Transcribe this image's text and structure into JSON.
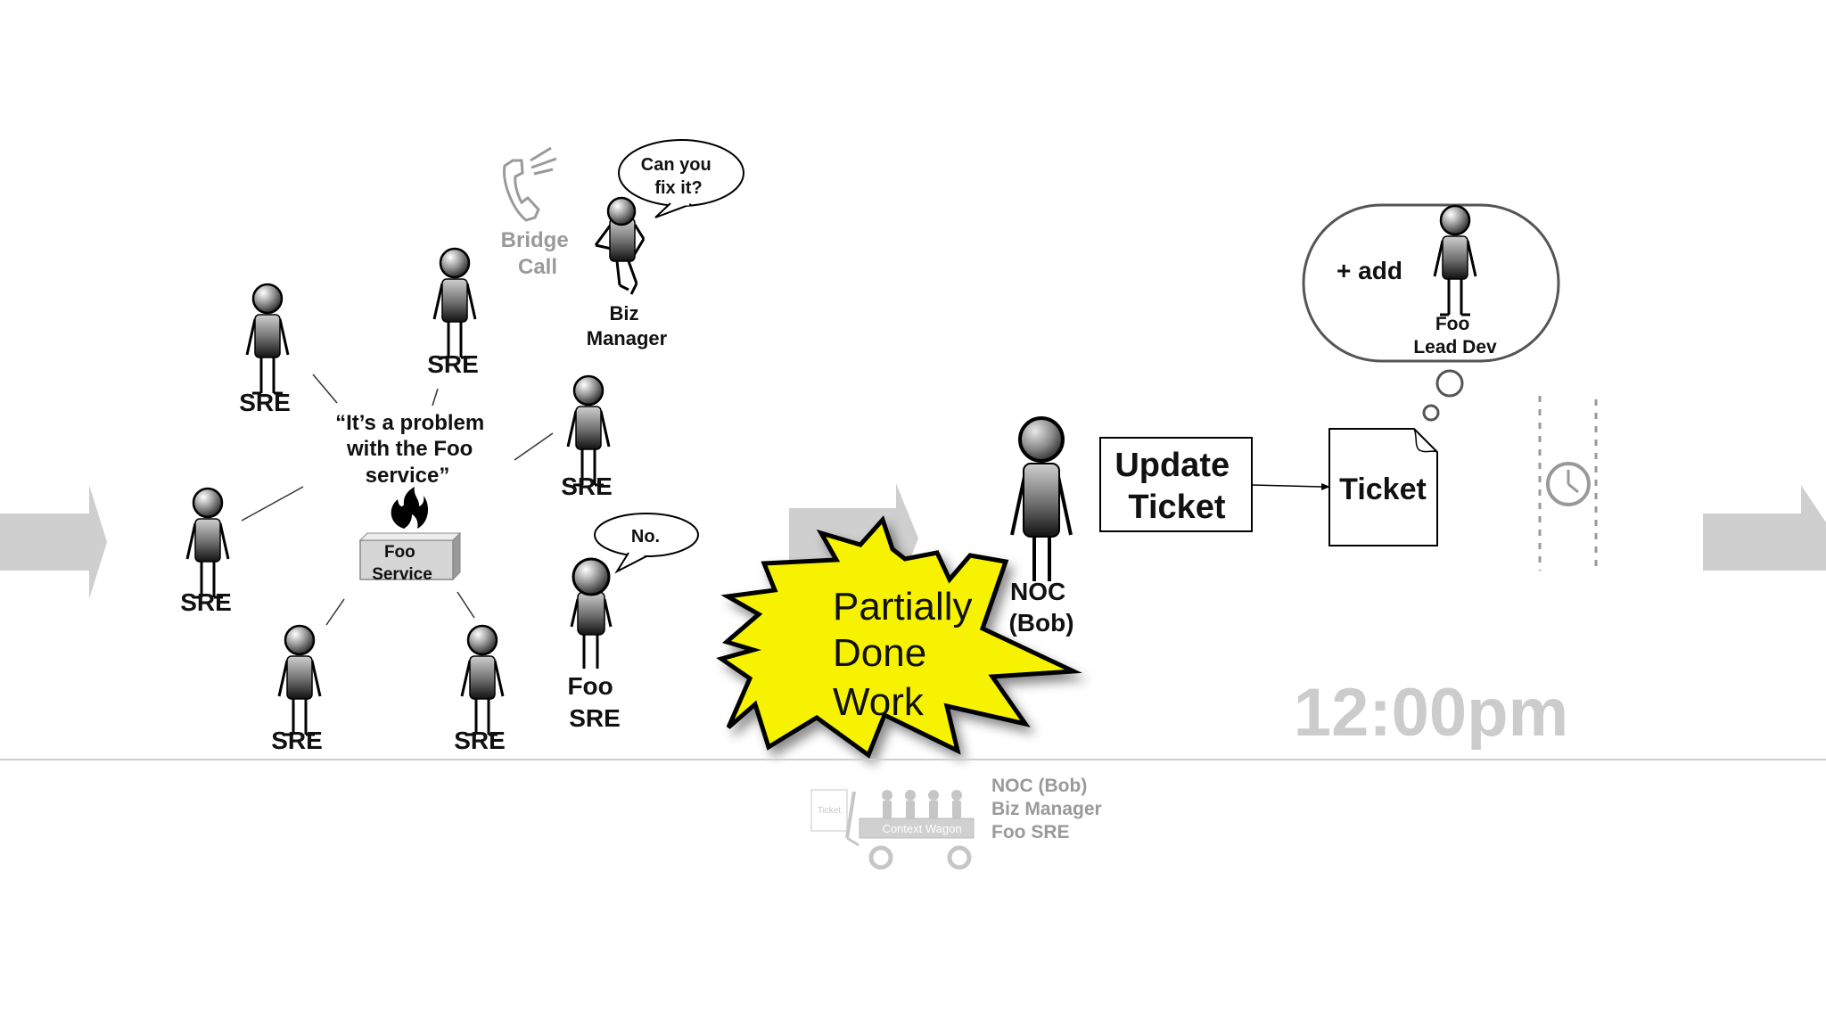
{
  "sre_label": "SRE",
  "quote": [
    "“It’s a problem",
    "with the Foo",
    "service”"
  ],
  "foo_service": [
    "Foo",
    "Service"
  ],
  "bridge_call": [
    "Bridge",
    "Call"
  ],
  "biz_speech": [
    "Can you",
    "fix it?"
  ],
  "biz_manager": [
    "Biz",
    "Manager"
  ],
  "foo_sre_speech": "No.",
  "foo_sre": [
    "Foo",
    "SRE"
  ],
  "starburst": [
    "Partially",
    "Done",
    "Work"
  ],
  "noc": [
    "NOC",
    "(Bob)"
  ],
  "update_ticket": [
    "Update",
    "Ticket"
  ],
  "ticket": "Ticket",
  "thought_add": "+ add",
  "foo_lead_dev": [
    "Foo",
    "Lead Dev"
  ],
  "time": "12:00pm",
  "wagon": {
    "ticket": "Ticket",
    "label": "Context Wagon",
    "members": [
      "NOC (Bob)",
      "Biz Manager",
      "Foo SRE"
    ]
  },
  "colors": {
    "arrow": "#cfcfcf",
    "starburst": "#f6f200",
    "faded_text": "#9a9a9a",
    "time_text": "#cccccc"
  }
}
